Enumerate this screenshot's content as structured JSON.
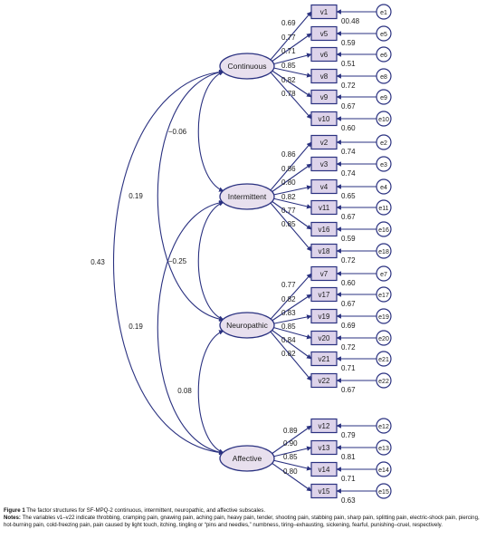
{
  "colors": {
    "factor_fill": "#e8e0ee",
    "box_fill": "#ddd3ea",
    "line": "#2a3180",
    "text": "#1a1a1a"
  },
  "factors": [
    {
      "id": "continuous",
      "label": "Continuous"
    },
    {
      "id": "intermittent",
      "label": "Intermittent"
    },
    {
      "id": "neuropathic",
      "label": "Neuropathic"
    },
    {
      "id": "affective",
      "label": "Affective"
    }
  ],
  "variables": [
    {
      "label": "v1",
      "error": "e1",
      "loading": "0.69",
      "r2": "00.48",
      "factor": "continuous"
    },
    {
      "label": "v5",
      "error": "e5",
      "loading": "0.77",
      "r2": "0.59",
      "factor": "continuous"
    },
    {
      "label": "v6",
      "error": "e6",
      "loading": "0.71",
      "r2": "0.51",
      "factor": "continuous"
    },
    {
      "label": "v8",
      "error": "e8",
      "loading": "0.85",
      "r2": "0.72",
      "factor": "continuous"
    },
    {
      "label": "v9",
      "error": "e9",
      "loading": "0.82",
      "r2": "0.67",
      "factor": "continuous"
    },
    {
      "label": "v10",
      "error": "e10",
      "loading": "0.78",
      "r2": "0.60",
      "factor": "continuous"
    },
    {
      "label": "v2",
      "error": "e2",
      "loading": "0.86",
      "r2": "0.74",
      "factor": "intermittent"
    },
    {
      "label": "v3",
      "error": "e3",
      "loading": "0.86",
      "r2": "0.74",
      "factor": "intermittent"
    },
    {
      "label": "v4",
      "error": "e4",
      "loading": "0.80",
      "r2": "0.65",
      "factor": "intermittent"
    },
    {
      "label": "v11",
      "error": "e11",
      "loading": "0.82",
      "r2": "0.67",
      "factor": "intermittent"
    },
    {
      "label": "v16",
      "error": "e16",
      "loading": "0.77",
      "r2": "0.59",
      "factor": "intermittent"
    },
    {
      "label": "v18",
      "error": "e18",
      "loading": "0.85",
      "r2": "0.72",
      "factor": "intermittent"
    },
    {
      "label": "v7",
      "error": "e7",
      "loading": "0.77",
      "r2": "0.60",
      "factor": "neuropathic"
    },
    {
      "label": "v17",
      "error": "e17",
      "loading": "0.82",
      "r2": "0.67",
      "factor": "neuropathic"
    },
    {
      "label": "v19",
      "error": "e19",
      "loading": "0.83",
      "r2": "0.69",
      "factor": "neuropathic"
    },
    {
      "label": "v20",
      "error": "e20",
      "loading": "0.85",
      "r2": "0.72",
      "factor": "neuropathic"
    },
    {
      "label": "v21",
      "error": "e21",
      "loading": "0.84",
      "r2": "0.71",
      "factor": "neuropathic"
    },
    {
      "label": "v22",
      "error": "e22",
      "loading": "0.82",
      "r2": "0.67",
      "factor": "neuropathic"
    },
    {
      "label": "v12",
      "error": "e12",
      "loading": "0.89",
      "r2": "0.79",
      "factor": "affective"
    },
    {
      "label": "v13",
      "error": "e13",
      "loading": "0.90",
      "r2": "0.81",
      "factor": "affective"
    },
    {
      "label": "v14",
      "error": "e14",
      "loading": "0.85",
      "r2": "0.71",
      "factor": "affective"
    },
    {
      "label": "v15",
      "error": "e15",
      "loading": "0.80",
      "r2": "0.63",
      "factor": "affective"
    }
  ],
  "correlations": [
    {
      "from": "continuous",
      "to": "intermittent",
      "value": "−0.06"
    },
    {
      "from": "intermittent",
      "to": "neuropathic",
      "value": "−0.25"
    },
    {
      "from": "neuropathic",
      "to": "affective",
      "value": "0.08"
    },
    {
      "from": "continuous",
      "to": "neuropathic",
      "value": "0.19"
    },
    {
      "from": "intermittent",
      "to": "affective",
      "value": "0.19"
    },
    {
      "from": "continuous",
      "to": "affective",
      "value": "0.43"
    }
  ],
  "caption": {
    "title": "Figure 1",
    "title_text": "The factor structures for SF-MPQ-2 continuous, intermittent, neuropathic, and affective subscales.",
    "notes_label": "Notes:",
    "notes_text": "The variables v1–v22 indicate throbbing, cramping pain, gnawing pain, aching pain, heavy pain, tender, shooting pain, stabbing pain, sharp pain, splitting pain, electric-shock pain, piercing, hot-burning pain, cold-freezing pain, pain caused by light touch, itching, tingling or “pins and needles,” numbness, tiring–exhausting, sickening, fearful, punishing–cruel, respectively."
  }
}
